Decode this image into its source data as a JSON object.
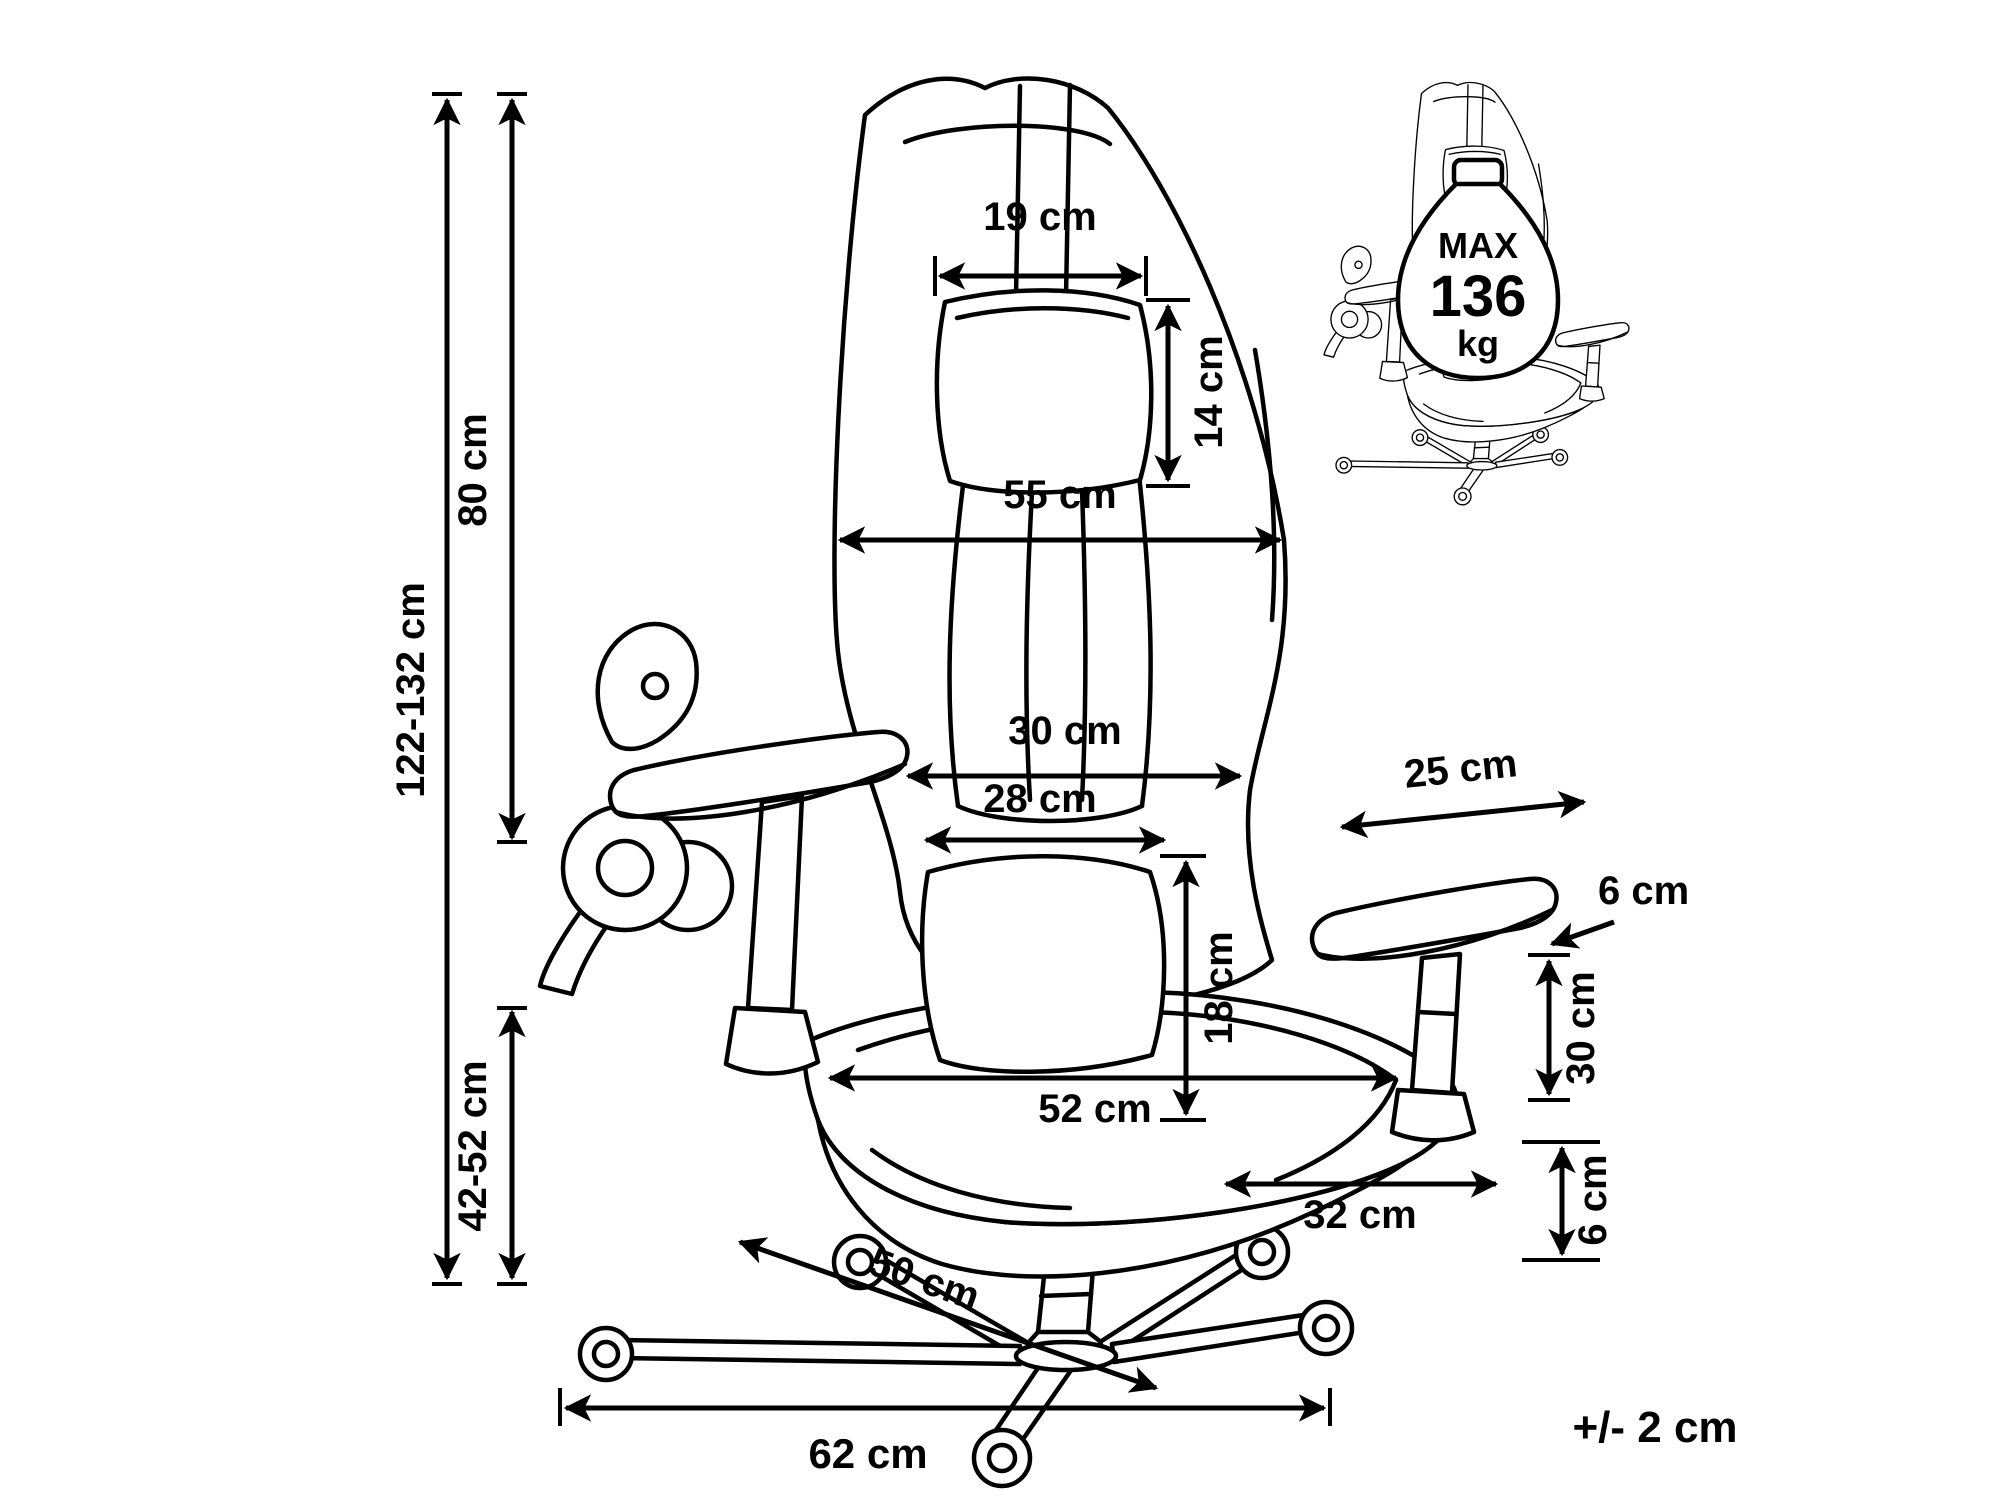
{
  "diagram": {
    "main_chair": {
      "dims": {
        "total_height": "122-132 cm",
        "backrest_height": "80 cm",
        "seat_height": "42-52 cm",
        "pillow_width": "19 cm",
        "pillow_height": "14 cm",
        "backrest_width": "55 cm",
        "backrest_waist_width": "30 cm",
        "lumbar_width": "28 cm",
        "lumbar_height": "18 cm",
        "armrest_length": "25 cm",
        "armrest_pad_thickness": "6 cm",
        "armrest_height_range": "30 cm",
        "seat_width": "52 cm",
        "seat_front_width": "32 cm",
        "seat_thickness": "6 cm",
        "seat_depth": "50 cm",
        "base_width": "62 cm"
      }
    },
    "weight_capacity": {
      "label": "MAX",
      "value": "136",
      "unit": "kg"
    },
    "tolerance": "+/- 2 cm"
  }
}
